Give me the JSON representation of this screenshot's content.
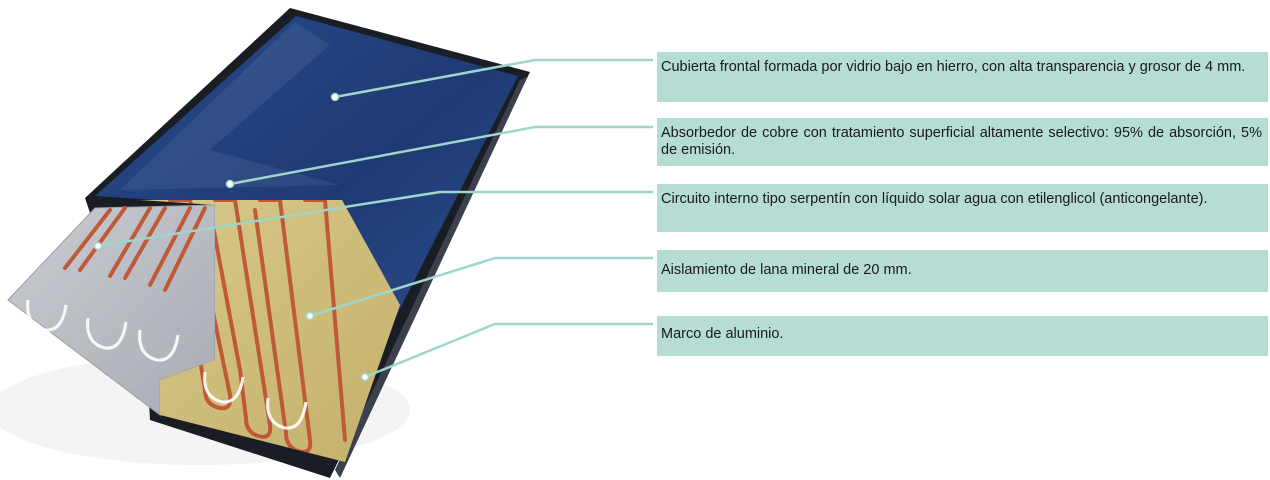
{
  "diagram": {
    "labels": [
      {
        "text": "Cubierta frontal formada por vidrio bajo en hierro, con alta transparencia y grosor de 4 mm."
      },
      {
        "text": "Absorbedor de cobre con tratamiento superficial altamente selectivo: 95% de absorción, 5% de emisión."
      },
      {
        "text": "Circuito interno tipo serpentín con líquido solar agua con etilenglicol (anticongelante)."
      },
      {
        "text": "Aislamiento de lana mineral de 20 mm."
      },
      {
        "text": "Marco de aluminio."
      }
    ],
    "colors": {
      "label_bg": "#b5ddd4",
      "leader_line": "#9fd6cc",
      "glass": "#1f3a73",
      "frame": "#1a1d24",
      "insulation": "#cfbf7a",
      "copper_pipe": "#c0593a",
      "absorber_sheet": "#b9bcc1"
    }
  }
}
